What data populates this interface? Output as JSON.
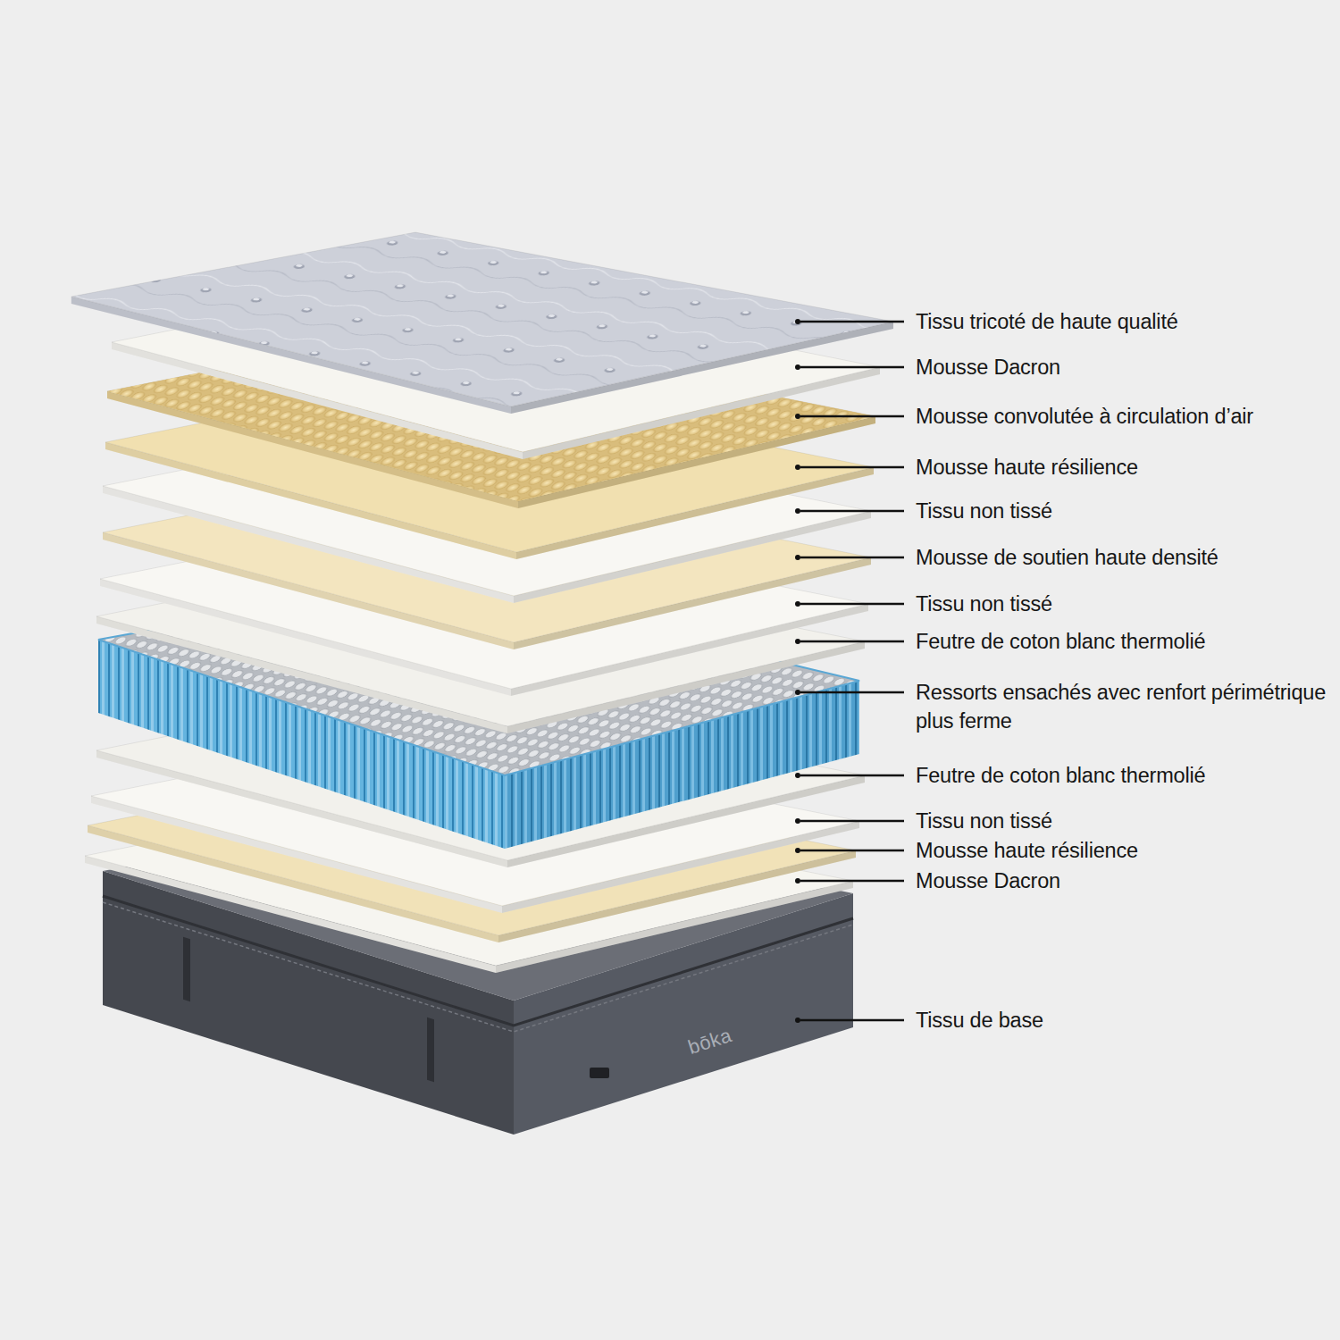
{
  "diagram": {
    "labels": [
      "Tissu tricoté de haute qualité",
      "Mousse Dacron",
      "Mousse convolutée à circulation d’air",
      "Mousse haute résilience",
      "Tissu non tissé",
      "Mousse de soutien haute densité",
      "Tissu non tissé",
      "Feutre de coton blanc thermolié",
      "Ressorts ensachés avec renfort périmétrique plus ferme",
      "Feutre de coton blanc thermolié",
      "Tissu non tissé",
      "Mousse haute résilience",
      "Mousse Dacron",
      "Tissu de base",
      "bōka"
    ]
  }
}
